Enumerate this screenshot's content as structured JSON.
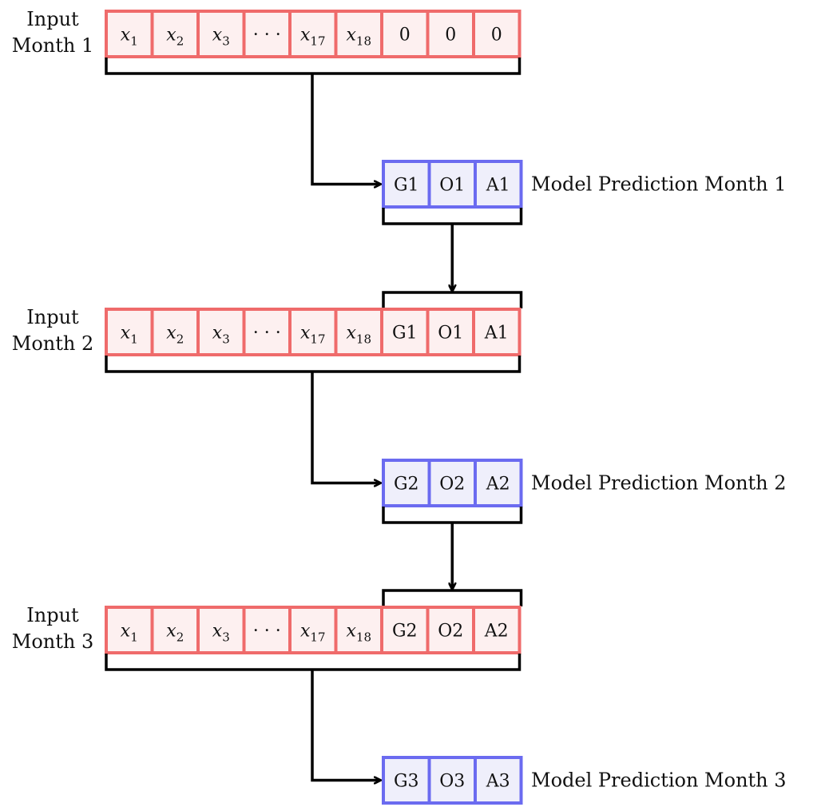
{
  "colors": {
    "input_border": "#ef6b6b",
    "input_fill": "#fdf0f0",
    "prediction_border": "#6b6bf0",
    "prediction_fill": "#efeffb",
    "connector": "#000000"
  },
  "rows": [
    {
      "input_label": [
        "Input",
        "Month 1"
      ],
      "input_cells": [
        {
          "base": "x",
          "sub": "1",
          "math": true
        },
        {
          "base": "x",
          "sub": "2",
          "math": true
        },
        {
          "base": "x",
          "sub": "3",
          "math": true
        },
        {
          "base": "· · ·",
          "sub": "",
          "math": false
        },
        {
          "base": "x",
          "sub": "17",
          "math": true
        },
        {
          "base": "x",
          "sub": "18",
          "math": true
        },
        {
          "base": "0",
          "sub": "",
          "math": false
        },
        {
          "base": "0",
          "sub": "",
          "math": false
        },
        {
          "base": "0",
          "sub": "",
          "math": false
        }
      ],
      "prediction_cells": [
        "G1",
        "O1",
        "A1"
      ],
      "prediction_label": "Model Prediction Month 1"
    },
    {
      "input_label": [
        "Input",
        "Month 2"
      ],
      "input_cells": [
        {
          "base": "x",
          "sub": "1",
          "math": true
        },
        {
          "base": "x",
          "sub": "2",
          "math": true
        },
        {
          "base": "x",
          "sub": "3",
          "math": true
        },
        {
          "base": "· · ·",
          "sub": "",
          "math": false
        },
        {
          "base": "x",
          "sub": "17",
          "math": true
        },
        {
          "base": "x",
          "sub": "18",
          "math": true
        },
        {
          "base": "G1",
          "sub": "",
          "math": false
        },
        {
          "base": "O1",
          "sub": "",
          "math": false
        },
        {
          "base": "A1",
          "sub": "",
          "math": false
        }
      ],
      "prediction_cells": [
        "G2",
        "O2",
        "A2"
      ],
      "prediction_label": "Model Prediction Month 2"
    },
    {
      "input_label": [
        "Input",
        "Month 3"
      ],
      "input_cells": [
        {
          "base": "x",
          "sub": "1",
          "math": true
        },
        {
          "base": "x",
          "sub": "2",
          "math": true
        },
        {
          "base": "x",
          "sub": "3",
          "math": true
        },
        {
          "base": "· · ·",
          "sub": "",
          "math": false
        },
        {
          "base": "x",
          "sub": "17",
          "math": true
        },
        {
          "base": "x",
          "sub": "18",
          "math": true
        },
        {
          "base": "G2",
          "sub": "",
          "math": false
        },
        {
          "base": "O2",
          "sub": "",
          "math": false
        },
        {
          "base": "A2",
          "sub": "",
          "math": false
        }
      ],
      "prediction_cells": [
        "G3",
        "O3",
        "A3"
      ],
      "prediction_label": "Model Prediction Month 3"
    }
  ]
}
